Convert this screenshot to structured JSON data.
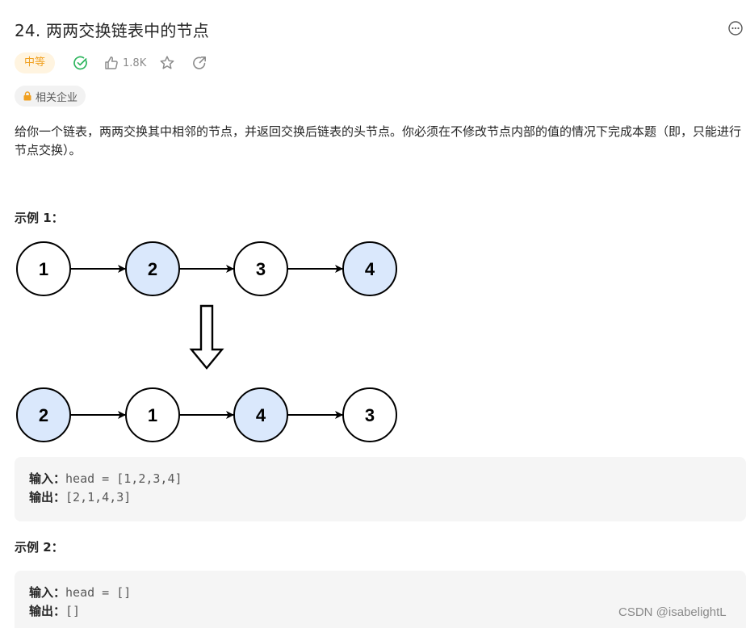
{
  "problem": {
    "title": "24. 两两交换链表中的节点",
    "difficulty": "中等",
    "likes": "1.8K",
    "tag_label": "相关企业",
    "description": "给你一个链表，两两交换其中相邻的节点，并返回交换后链表的头节点。你必须在不修改节点内部的值的情况下完成本题（即，只能进行节点交换）。"
  },
  "example1": {
    "title": "示例 1：",
    "diagram": {
      "before": [
        "1",
        "2",
        "3",
        "4"
      ],
      "after": [
        "2",
        "1",
        "4",
        "3"
      ],
      "highlight_before": [
        "2",
        "4"
      ],
      "highlight_after": [
        "2",
        "4"
      ]
    },
    "input_label": "输入：",
    "input_value": "head = [1,2,3,4]",
    "output_label": "输出：",
    "output_value": "[2,1,4,3]"
  },
  "example2": {
    "title": "示例 2：",
    "input_label": "输入：",
    "input_value": "head = []",
    "output_label": "输出：",
    "output_value": "[]"
  },
  "watermark": "CSDN @isabelightL",
  "colors": {
    "node_highlight": "#dae8fc",
    "difficulty_text": "#f0a020",
    "difficulty_bg": "#fff4e0",
    "solved": "#2db55d"
  }
}
